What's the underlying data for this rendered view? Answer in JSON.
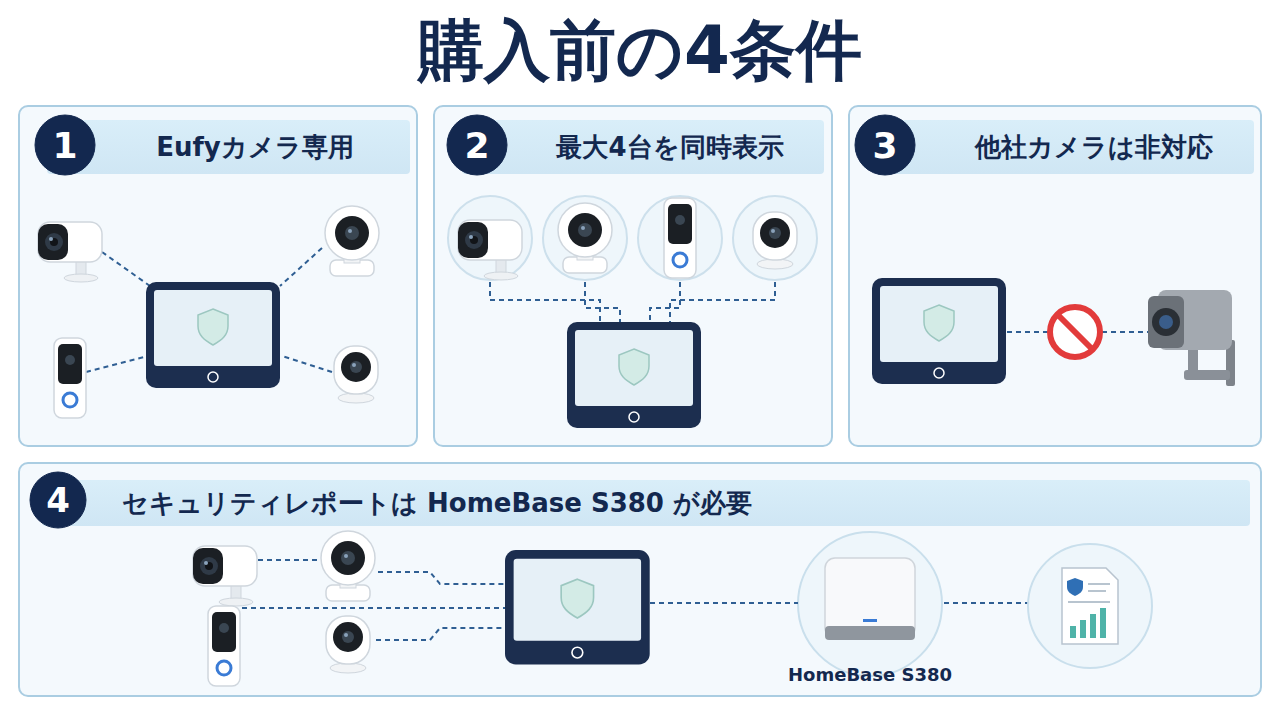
{
  "diagram": {
    "title": "購入前の4条件",
    "nodes": [
      {
        "text": [
          "Eufyカメラ専用"
        ]
      },
      {
        "text": [
          "1"
        ],
        "in": 0
      },
      {
        "text": [
          "最大4台を同時表示"
        ]
      },
      {
        "text": [
          "2"
        ],
        "in": 2
      },
      {
        "text": [
          "他社カメラは非対応"
        ]
      },
      {
        "text": [
          "3"
        ],
        "in": 4
      },
      {
        "text": [
          "セキュリティレポートは HomeBase S380 が必要"
        ]
      },
      {
        "text": [
          "4"
        ],
        "in": 6
      },
      {
        "text": [
          "HomeBase S380"
        ],
        "in": 6
      }
    ]
  }
}
